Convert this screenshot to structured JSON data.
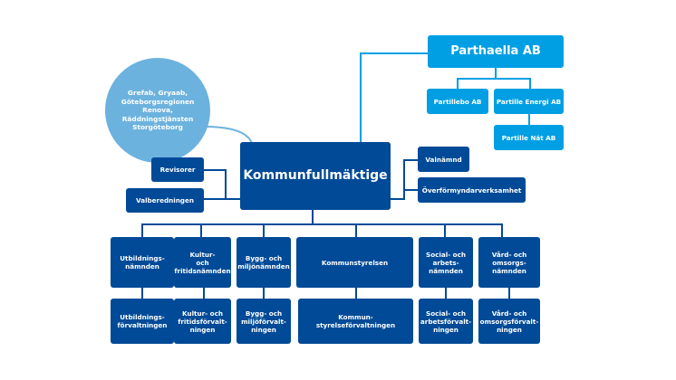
{
  "colors": {
    "dark_blue": "#004a97",
    "light_blue": "#009fe3",
    "circle_blue": "#6cb2de",
    "line_light": "#009fe3",
    "line_dark": "#004a97"
  },
  "council": {
    "label": "Kommunfullmäktige"
  },
  "associations": {
    "label": "Grefab, Gryaab,\nGöteborgsregionen\nRenova,\nRäddningstjänsten\nStorgöteborg"
  },
  "companies": {
    "parent": "Parthaella AB",
    "subsidiaries": [
      "Partillebo AB",
      "Partille Energi  AB"
    ],
    "grandchild": "Partille Nät AB"
  },
  "left_bodies": [
    "Revisorer",
    "Valberedningen"
  ],
  "right_bodies": [
    "Valnämnd",
    "Överförmyndarverksamhet"
  ],
  "committees": [
    {
      "board": "Utbildnings-\nnämnden",
      "administration": "Utbildnings-\nförvaltningen"
    },
    {
      "board": "Kultur-\noch\nfritidsnämnden",
      "administration": "Kultur- och\nfritidsförvalt-\nningen"
    },
    {
      "board": "Bygg- och\nmiljönämnden",
      "administration": "Bygg- och\nmiljöförvalt-\nningen"
    },
    {
      "board": "Kommunstyrelsen",
      "administration": "Kommun-\nstyrelseförvaltningen"
    },
    {
      "board": "Social- och\narbets-\nnämnden",
      "administration": "Social- och\narbetsförvalt-\nningen"
    },
    {
      "board": "Vård- och\nomsorgs-\nnämnden",
      "administration": "Vård- och\nomsorgsförvalt-\nningen"
    }
  ]
}
